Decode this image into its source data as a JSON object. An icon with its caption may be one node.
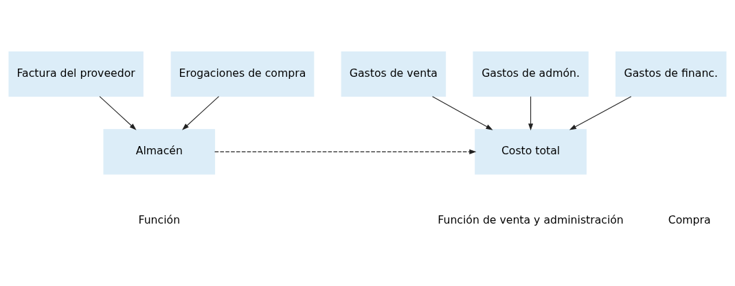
{
  "diagram": {
    "nodes": [
      {
        "text": [
          "Factura del proveedor"
        ]
      },
      {
        "text": [
          "Erogaciones de compra"
        ]
      },
      {
        "text": [
          "Almacén"
        ]
      },
      {
        "text": [
          "Gastos de venta"
        ]
      },
      {
        "text": [
          "Gastos de admón."
        ]
      },
      {
        "text": [
          "Gastos de financ."
        ]
      },
      {
        "text": [
          "Costo total"
        ]
      }
    ],
    "edges": [
      {
        "from": 0,
        "to": 2,
        "arrow": "to"
      },
      {
        "from": 1,
        "to": 2,
        "arrow": "to"
      },
      {
        "from": 3,
        "to": 6,
        "arrow": "to"
      },
      {
        "from": 4,
        "to": 6,
        "arrow": "to"
      },
      {
        "from": 5,
        "to": 6,
        "arrow": "to"
      },
      {
        "from": 2,
        "to": 6,
        "arrow": "to",
        "style": "dashed"
      }
    ],
    "labels": [
      "Función",
      "Compra",
      "Función de venta y administración"
    ]
  }
}
